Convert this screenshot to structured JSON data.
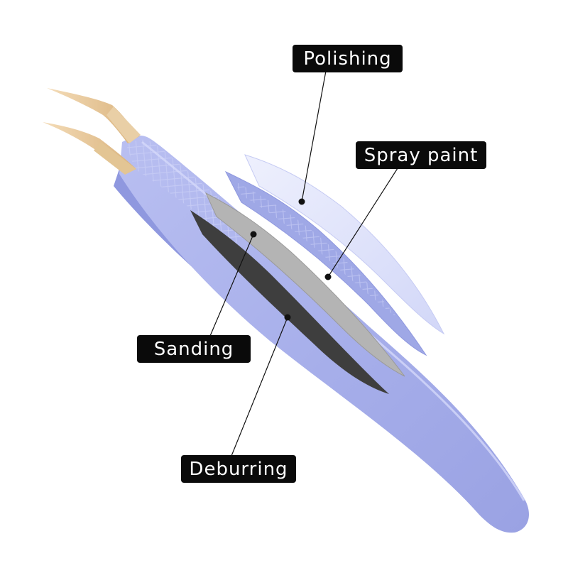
{
  "labels": {
    "polishing": "Polishing",
    "spray_paint": "Spray paint",
    "sanding": "Sanding",
    "deburring": "Deburring"
  },
  "colors": {
    "body_lavender": "#aab0ea",
    "layer_polishing": "#dfe3fb",
    "layer_spray": "#9fa8e6",
    "layer_sanding": "#b4b4b4",
    "layer_deburring": "#3e3e3e",
    "tip_gold": "#e6c79a",
    "label_bg": "#0a0a0a",
    "label_text": "#ffffff"
  },
  "icons": [
    "tweezers-illustration"
  ]
}
